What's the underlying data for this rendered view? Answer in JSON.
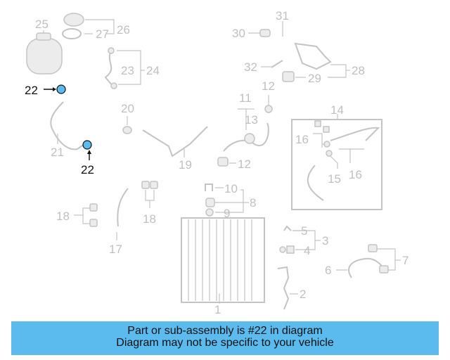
{
  "banner": {
    "line1": "Part or sub-assembly is #22 in diagram",
    "line2": "Diagram may not be specific to your vehicle",
    "color": "#5bbbef"
  },
  "highlight_color": "#5bbbef",
  "callouts": {
    "c25": "25",
    "c26": "26",
    "c27": "27",
    "c24": "24",
    "c23": "23",
    "c22a": "22",
    "c22b": "22",
    "c21": "21",
    "c20": "20",
    "c19": "19",
    "c31": "31",
    "c30": "30",
    "c32": "32",
    "c29": "29",
    "c28": "28",
    "c11": "11",
    "c13": "13",
    "c12a": "12",
    "c12b": "12",
    "c14": "14",
    "c16a": "16",
    "c16b": "16",
    "c15": "15",
    "c10": "10",
    "c8": "8",
    "c9": "9",
    "c18a": "18",
    "c18b": "18",
    "c17": "17",
    "c5": "5",
    "c3": "3",
    "c4": "4",
    "c7": "7",
    "c6": "6",
    "c2": "2",
    "c1": "1"
  }
}
